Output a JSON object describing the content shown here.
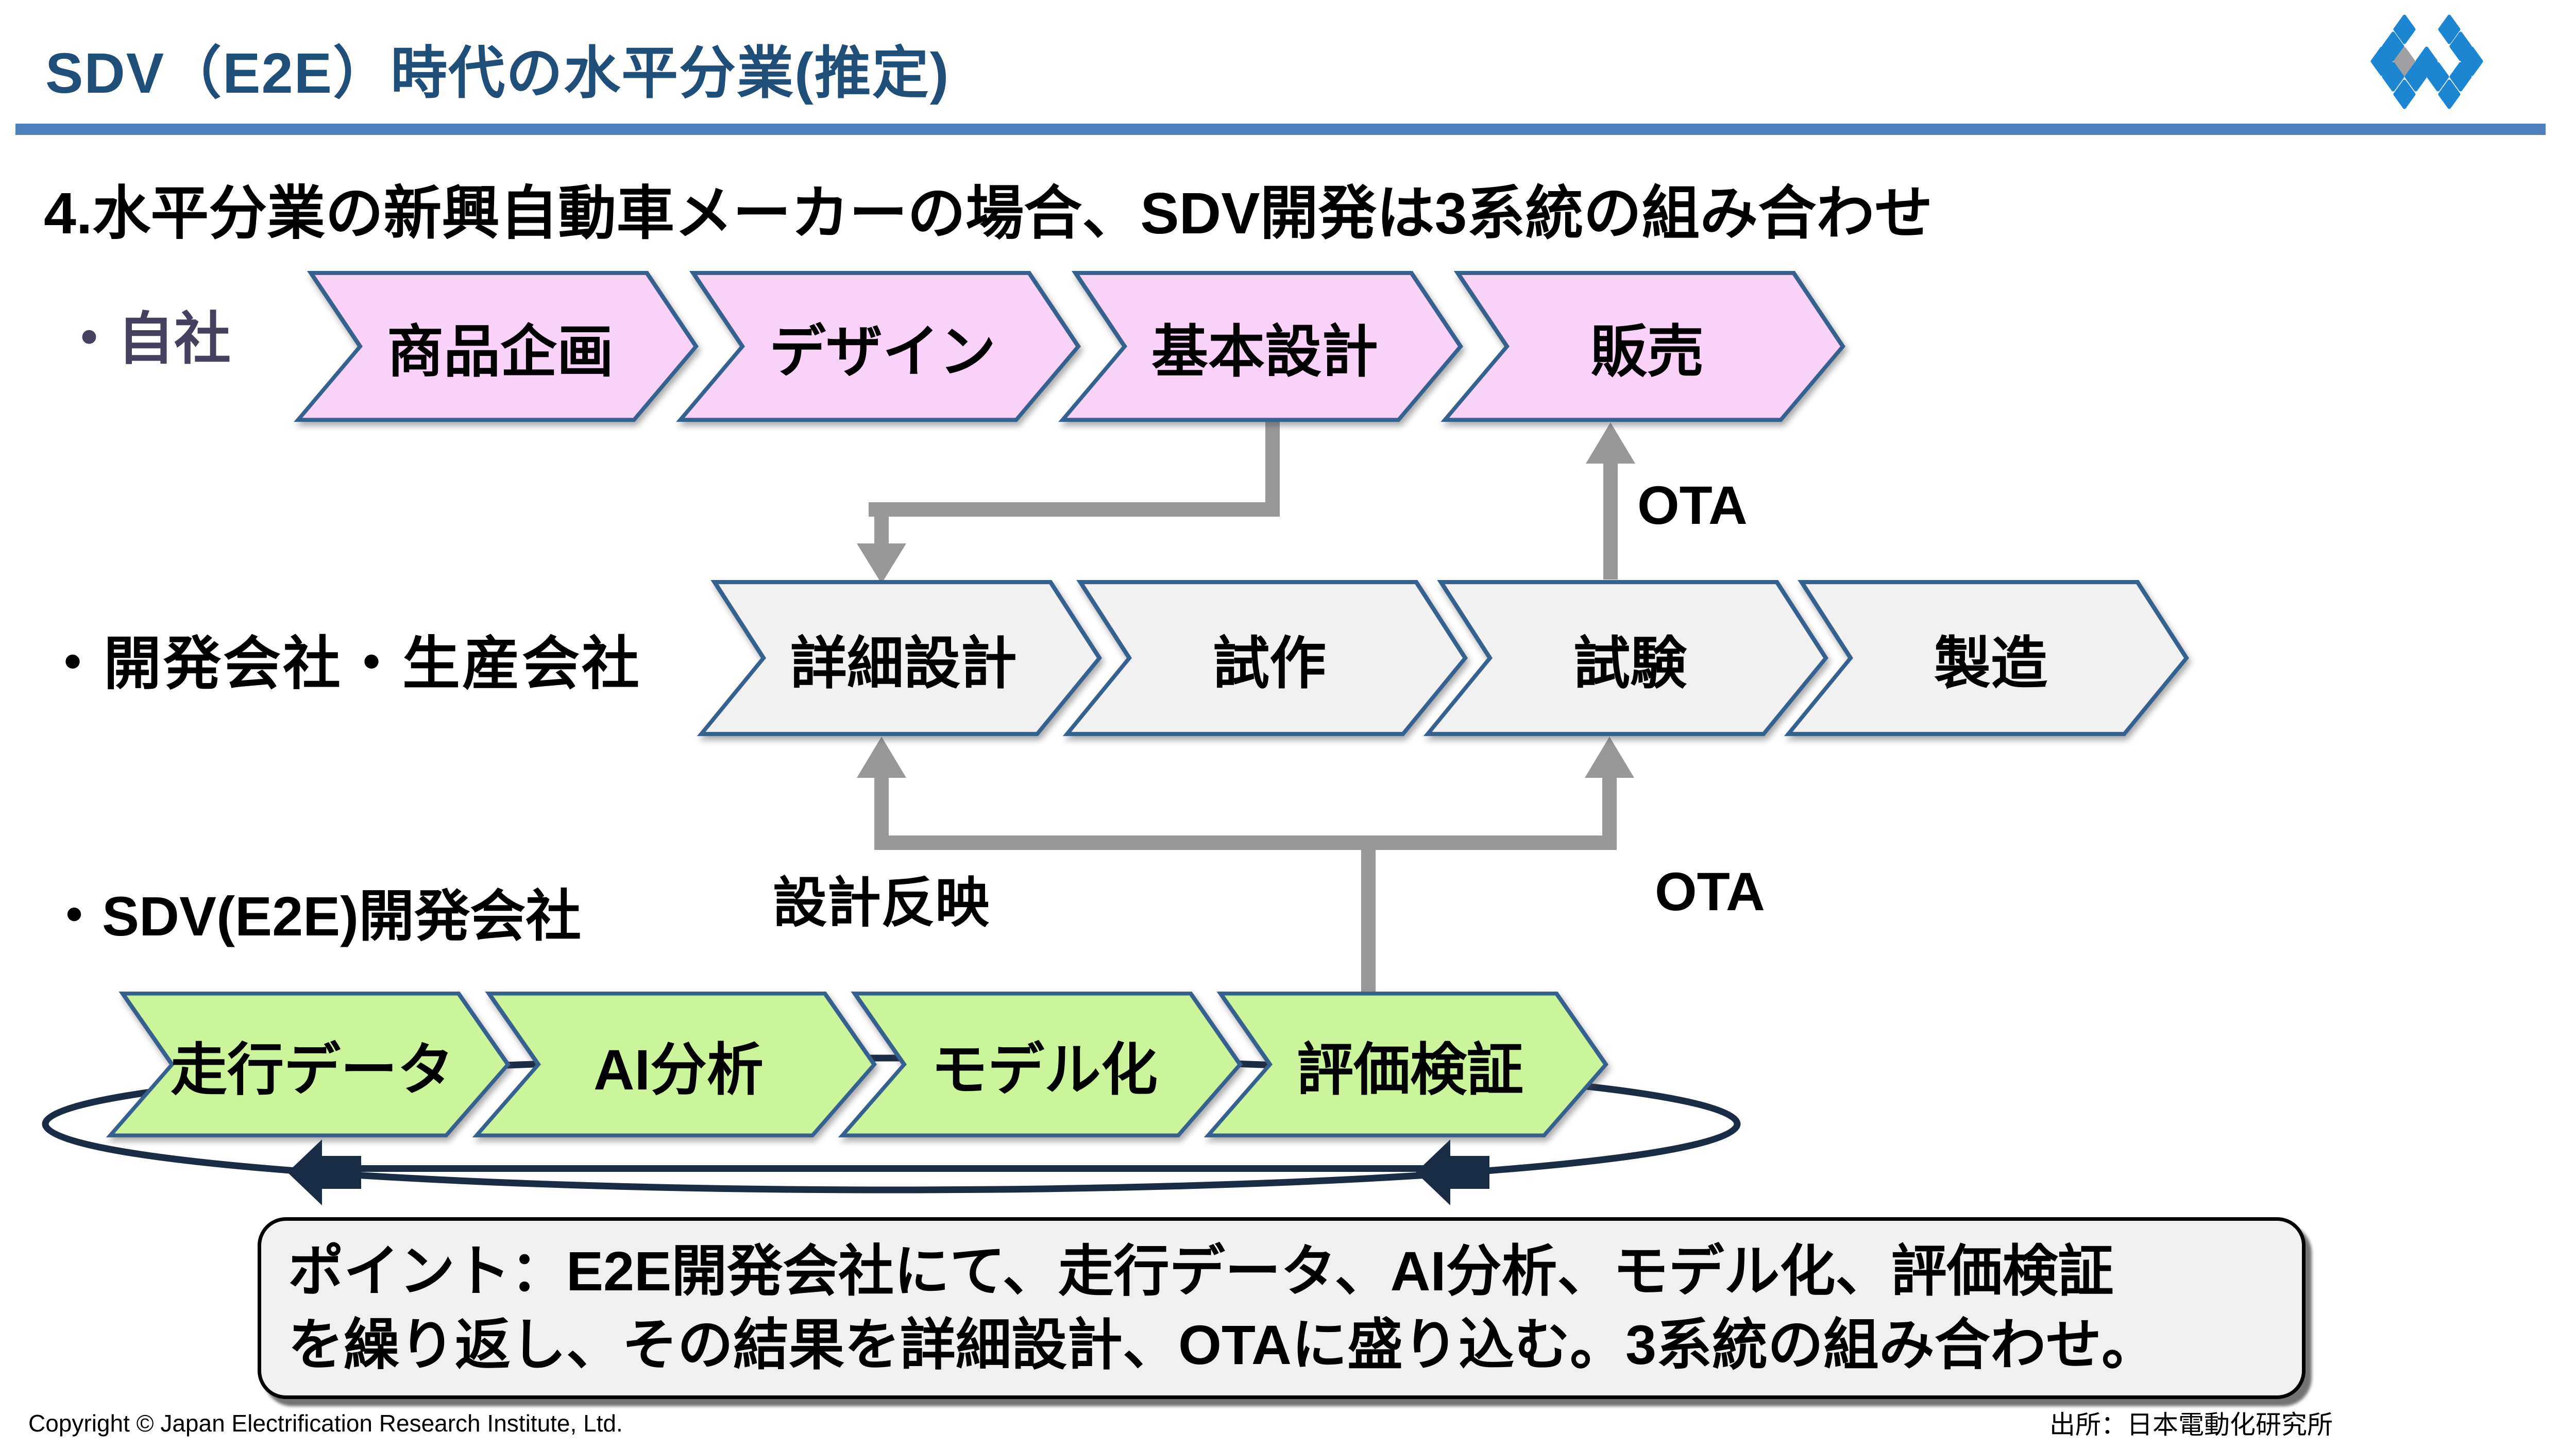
{
  "theme": {
    "title_color": "#1F4E79",
    "rule_color": "#4E81BD",
    "own_label_color": "#44405E",
    "row_own_fill": "#F9D2F7",
    "row_dev_fill": "#F1F1F1",
    "row_sdv_fill": "#CCF49B",
    "chevron_border": "#35618E",
    "connector_gray": "#989898",
    "navy": "#1A2B45",
    "box_fill": "#F0F0F0",
    "logo_blue": "#1C86D2",
    "logo_gray": "#A0A0A3"
  },
  "header": {
    "title": "SDV（E2E）時代の水平分業(推定)",
    "heading": "4.水平分業の新興自動車メーカーの場合、SDV開発は3系統の組み合わせ"
  },
  "rows": [
    {
      "label": "・自社",
      "steps": [
        {
          "label": "商品企画"
        },
        {
          "label": "デザイン"
        },
        {
          "label": "基本設計"
        },
        {
          "label": "販売"
        }
      ]
    },
    {
      "label": "・開発会社・生産会社",
      "steps": [
        {
          "label": "詳細設計"
        },
        {
          "label": "試作"
        },
        {
          "label": "試験"
        },
        {
          "label": "製造"
        }
      ]
    },
    {
      "label": "・SDV(E2E)開発会社",
      "steps": [
        {
          "label": "走行データ"
        },
        {
          "label": "AI分析"
        },
        {
          "label": "モデル化"
        },
        {
          "label": "評価検証"
        }
      ]
    }
  ],
  "connectors": {
    "ota_upper": "OTA",
    "ota_lower": "OTA",
    "design_reflect": "設計反映"
  },
  "point_box": {
    "line1": "ポイント：E2E開発会社にて、走行データ、AI分析、モデル化、評価検証",
    "line2": "を繰り返し、その結果を詳細設計、OTAに盛り込む。3系統の組み合わせ。"
  },
  "footer": {
    "copyright": "Copyright © Japan Electrification Research Institute, Ltd.",
    "source": "出所：日本電動化研究所"
  }
}
